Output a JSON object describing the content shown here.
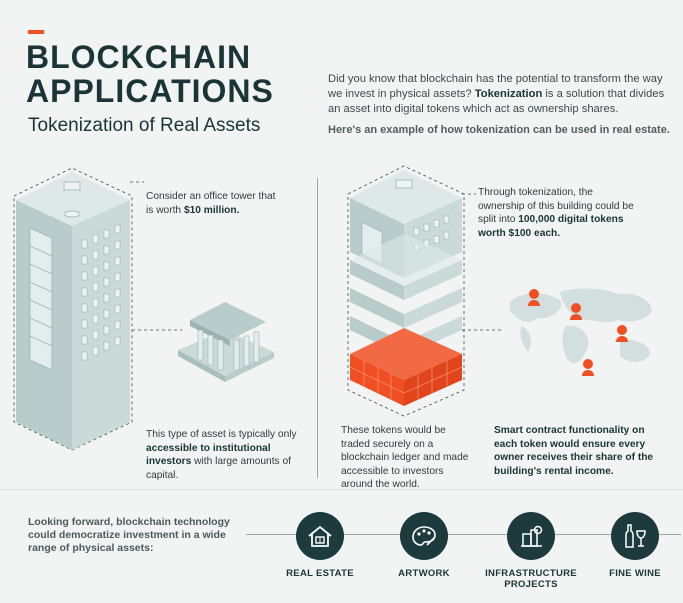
{
  "header": {
    "title_line1": "BLOCKCHAIN",
    "title_line2": "APPLICATIONS",
    "subtitle": "Tokenization of Real Assets"
  },
  "intro": {
    "part1": "Did you know that blockchain has the potential to transform the way we invest in physical assets? ",
    "keyword": "Tokenization",
    "part2": " is a solution that divides an asset into digital tokens which act as ownership shares.",
    "example": "Here's an example of how tokenization can be used in real estate."
  },
  "left": {
    "office_text": "Consider an office tower that is worth ",
    "office_value": "$10 million.",
    "asset_text1": "This type of asset is typically only ",
    "asset_bold": "accessible to institutional investors",
    "asset_text2": " with large amounts of capital."
  },
  "right": {
    "token_text": "Through tokenization, the ownership of this building could be split into ",
    "token_bold": "100,000 digital tokens worth $100 each.",
    "traded_text": "These tokens would be traded securely on a blockchain ledger and made accessible to investors around the world.",
    "smart_contract": "Smart contract functionality on each token would ensure every owner receives their share of the building's rental income."
  },
  "footer": {
    "forward": "Looking forward, blockchain technology could democratize investment in a wide range of physical assets:",
    "assets": [
      {
        "label": "REAL ESTATE",
        "icon": "house-icon"
      },
      {
        "label": "ARTWORK",
        "icon": "palette-icon"
      },
      {
        "label": "INFRASTRUCTURE PROJECTS",
        "icon": "infrastructure-icon"
      },
      {
        "label": "FINE WINE",
        "icon": "wine-icon"
      }
    ]
  },
  "colors": {
    "accent": "#f04e23",
    "dark": "#1d3a3d",
    "building": "#c9d9d8",
    "building_dark": "#a7bfbe"
  }
}
